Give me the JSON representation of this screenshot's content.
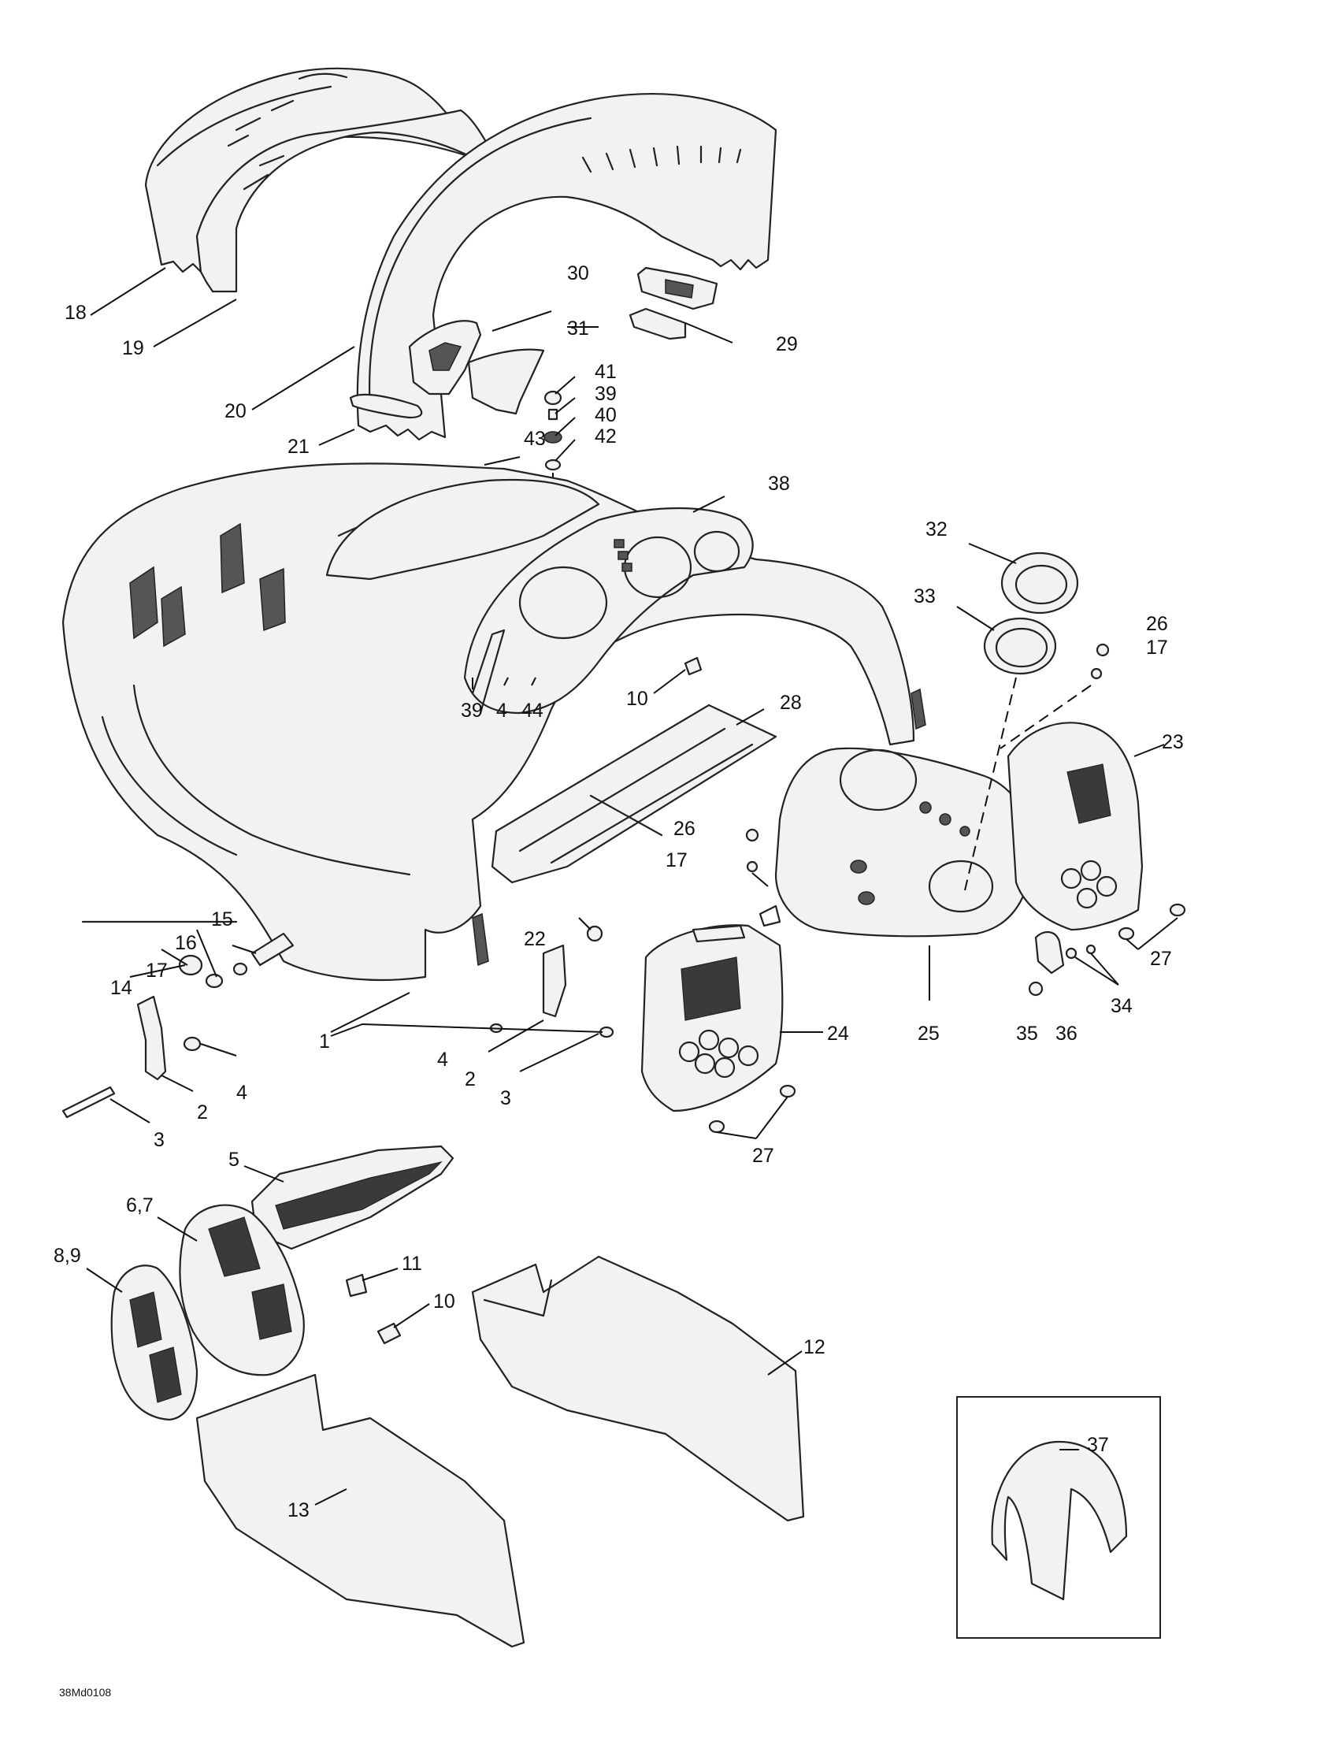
{
  "diagram": {
    "reference_code": "38Md0108",
    "callouts": [
      {
        "id": "c1",
        "label": "1"
      },
      {
        "id": "c2a",
        "label": "2"
      },
      {
        "id": "c2b",
        "label": "2"
      },
      {
        "id": "c3a",
        "label": "3"
      },
      {
        "id": "c3b",
        "label": "3"
      },
      {
        "id": "c4a",
        "label": "4"
      },
      {
        "id": "c4b",
        "label": "4"
      },
      {
        "id": "c4c",
        "label": "4"
      },
      {
        "id": "c5",
        "label": "5"
      },
      {
        "id": "c67",
        "label": "6,7"
      },
      {
        "id": "c89",
        "label": "8,9"
      },
      {
        "id": "c10a",
        "label": "10"
      },
      {
        "id": "c10b",
        "label": "10"
      },
      {
        "id": "c11",
        "label": "11"
      },
      {
        "id": "c12",
        "label": "12"
      },
      {
        "id": "c13",
        "label": "13"
      },
      {
        "id": "c14",
        "label": "14"
      },
      {
        "id": "c15",
        "label": "15"
      },
      {
        "id": "c16",
        "label": "16"
      },
      {
        "id": "c17a",
        "label": "17"
      },
      {
        "id": "c17b",
        "label": "17"
      },
      {
        "id": "c17c",
        "label": "17"
      },
      {
        "id": "c18",
        "label": "18"
      },
      {
        "id": "c19",
        "label": "19"
      },
      {
        "id": "c20",
        "label": "20"
      },
      {
        "id": "c21",
        "label": "21"
      },
      {
        "id": "c22",
        "label": "22"
      },
      {
        "id": "c23",
        "label": "23"
      },
      {
        "id": "c24",
        "label": "24"
      },
      {
        "id": "c25",
        "label": "25"
      },
      {
        "id": "c26a",
        "label": "26"
      },
      {
        "id": "c26b",
        "label": "26"
      },
      {
        "id": "c27a",
        "label": "27"
      },
      {
        "id": "c27b",
        "label": "27"
      },
      {
        "id": "c28",
        "label": "28"
      },
      {
        "id": "c29",
        "label": "29"
      },
      {
        "id": "c30",
        "label": "30"
      },
      {
        "id": "c31",
        "label": "31"
      },
      {
        "id": "c32",
        "label": "32"
      },
      {
        "id": "c33",
        "label": "33"
      },
      {
        "id": "c34",
        "label": "34"
      },
      {
        "id": "c35",
        "label": "35"
      },
      {
        "id": "c36",
        "label": "36"
      },
      {
        "id": "c37",
        "label": "37"
      },
      {
        "id": "c38",
        "label": "38"
      },
      {
        "id": "c39a",
        "label": "39"
      },
      {
        "id": "c39b",
        "label": "39"
      },
      {
        "id": "c40",
        "label": "40"
      },
      {
        "id": "c41",
        "label": "41"
      },
      {
        "id": "c42",
        "label": "42"
      },
      {
        "id": "c43",
        "label": "43"
      },
      {
        "id": "c44",
        "label": "44"
      }
    ]
  }
}
